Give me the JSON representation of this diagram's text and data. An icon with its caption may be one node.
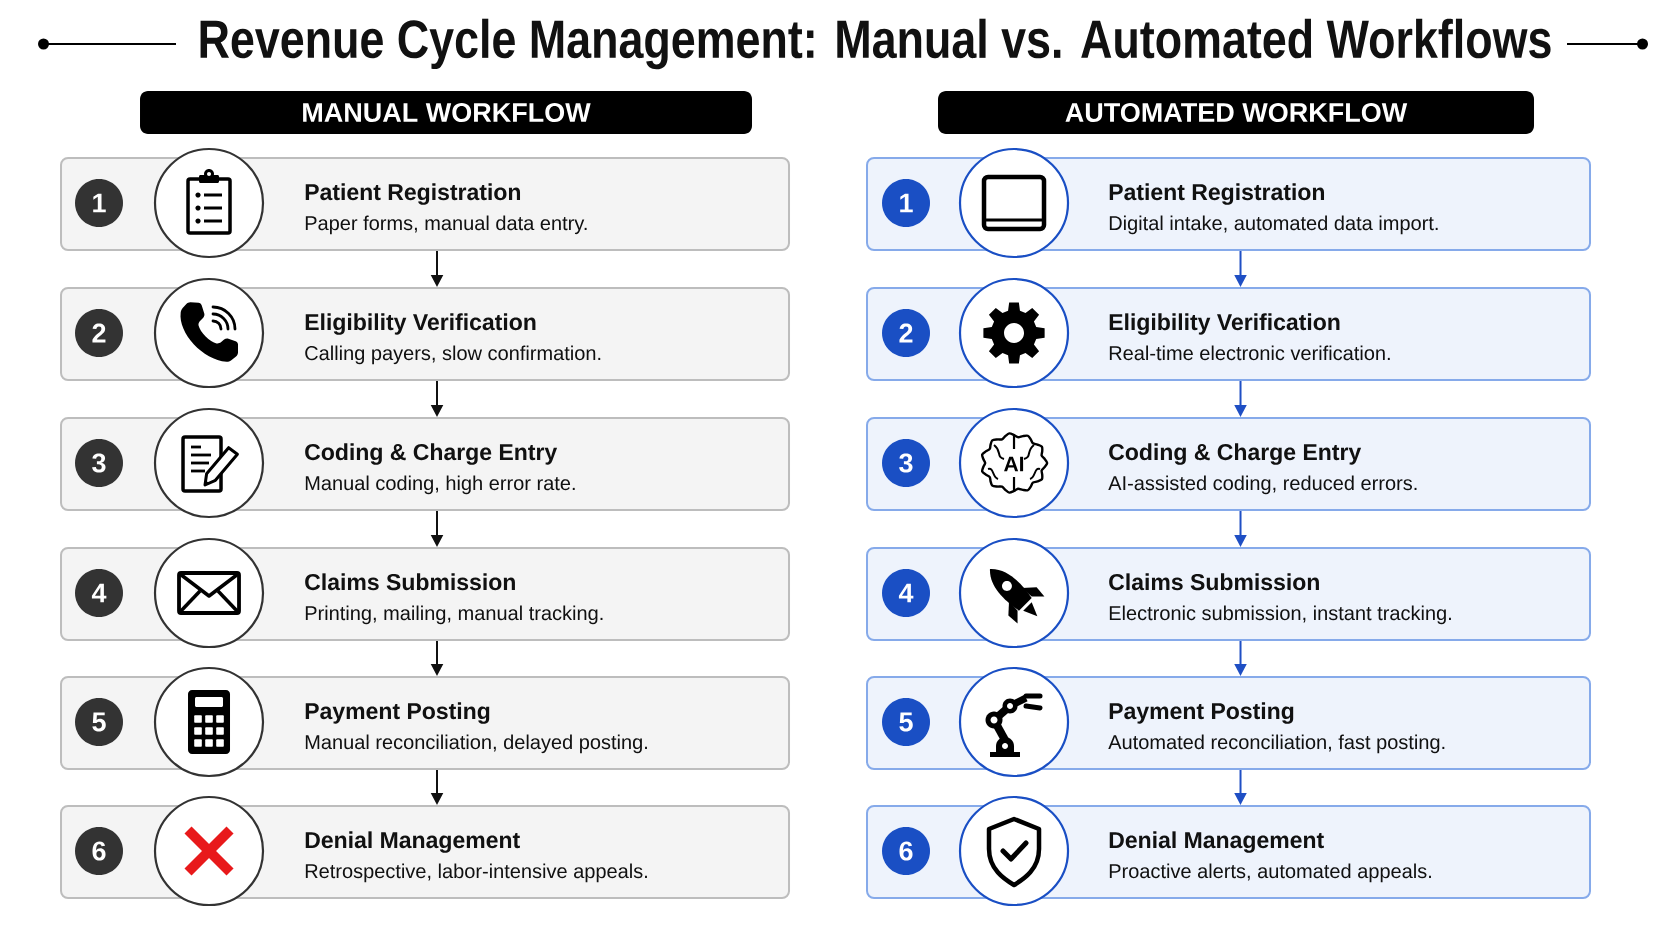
{
  "diagram": {
    "title": "Revenue Cycle Management: Manual vs. Automated Workflows",
    "nodes": [
      {
        "text": [
          "MANUAL WORKFLOW"
        ]
      },
      {
        "text": [
          "Patient Registration",
          "Paper forms, manual data entry."
        ]
      },
      {
        "text": [
          "1"
        ],
        "in": 1
      },
      {
        "text": [
          "Eligibility Verification",
          "Calling payers, slow confirmation."
        ]
      },
      {
        "text": [
          "2"
        ],
        "in": 3
      },
      {
        "text": [
          "Coding & Charge Entry",
          "Manual coding, high error rate."
        ]
      },
      {
        "text": [
          "3"
        ],
        "in": 5
      },
      {
        "text": [
          "Claims Submission",
          "Printing, mailing, manual tracking."
        ]
      },
      {
        "text": [
          "4"
        ],
        "in": 7
      },
      {
        "text": [
          "Payment Posting",
          "Manual reconciliation, delayed posting."
        ]
      },
      {
        "text": [
          "5"
        ],
        "in": 9
      },
      {
        "text": [
          "Denial Management",
          "Retrospective, labor-intensive appeals."
        ]
      },
      {
        "text": [
          "6"
        ],
        "in": 11
      },
      {
        "text": [
          "AUTOMATED WORKFLOW"
        ]
      },
      {
        "text": [
          "Patient Registration",
          "Digital intake, automated data import."
        ]
      },
      {
        "text": [
          "1"
        ],
        "in": 14
      },
      {
        "text": [
          "Eligibility Verification",
          "Real-time electronic verification."
        ]
      },
      {
        "text": [
          "2"
        ],
        "in": 16
      },
      {
        "text": [
          "Coding & Charge Entry",
          "AI-assisted coding, reduced errors."
        ]
      },
      {
        "text": [
          "3"
        ],
        "in": 18
      },
      {
        "text": [
          "Claims Submission",
          "Electronic submission, instant tracking."
        ]
      },
      {
        "text": [
          "4"
        ],
        "in": 20
      },
      {
        "text": [
          "Payment Posting",
          "Automated reconciliation, fast posting."
        ]
      },
      {
        "text": [
          "5"
        ],
        "in": 22
      },
      {
        "text": [
          "Denial Management",
          "Proactive alerts, automated appeals."
        ]
      },
      {
        "text": [
          "6"
        ],
        "in": 24
      }
    ],
    "edges": [
      {
        "from": 1,
        "to": 3,
        "arrow": "to"
      },
      {
        "from": 3,
        "to": 5,
        "arrow": "to"
      },
      {
        "from": 5,
        "to": 7,
        "arrow": "to"
      },
      {
        "from": 7,
        "to": 9,
        "arrow": "to"
      },
      {
        "from": 9,
        "to": 11,
        "arrow": "to"
      },
      {
        "from": 14,
        "to": 16,
        "arrow": "to",
        "color": "#1f4fc4"
      },
      {
        "from": 16,
        "to": 18,
        "arrow": "to",
        "color": "#1f4fc4"
      },
      {
        "from": 18,
        "to": 20,
        "arrow": "to",
        "color": "#1f4fc4"
      },
      {
        "from": 20,
        "to": 22,
        "arrow": "to",
        "color": "#1f4fc4"
      },
      {
        "from": 22,
        "to": 24,
        "arrow": "to",
        "color": "#1f4fc4"
      }
    ],
    "labels": [
      "AI"
    ]
  }
}
